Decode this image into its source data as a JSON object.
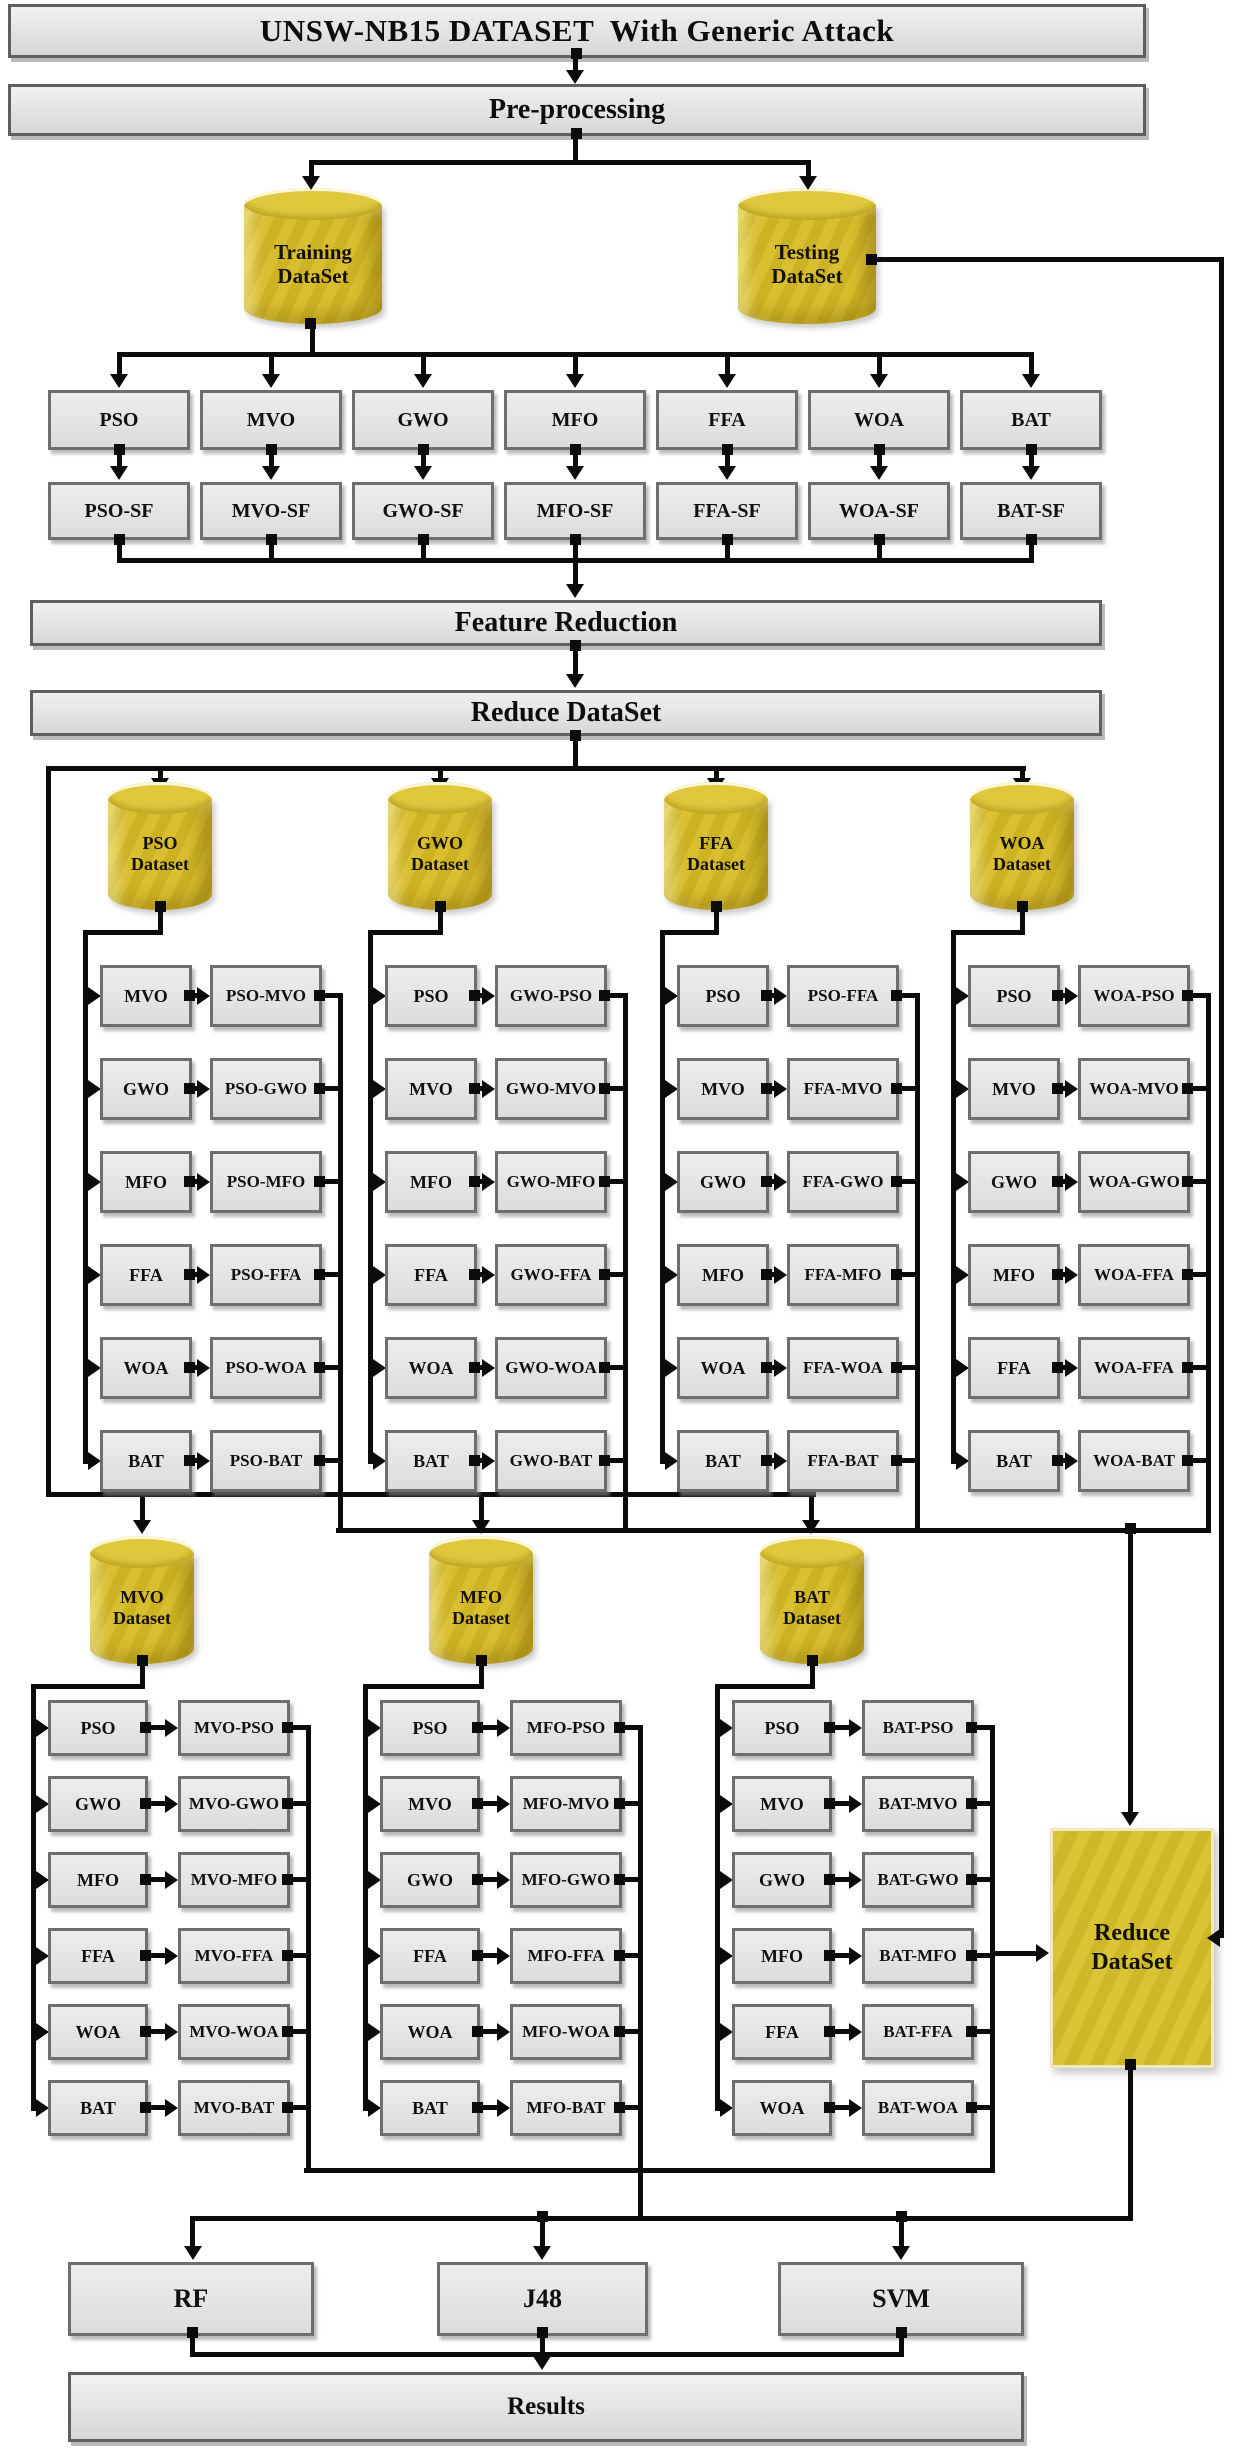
{
  "header": {
    "title": "UNSW-NB15 DATASET  With Generic Attack",
    "preprocessing": "Pre-processing",
    "feature_reduction": "Feature Reduction",
    "reduce_dataset": "Reduce DataSet",
    "results": "Results"
  },
  "top_datasets": {
    "training": [
      "Training",
      "DataSet"
    ],
    "testing": [
      "Testing",
      "DataSet"
    ]
  },
  "algorithms": [
    "PSO",
    "MVO",
    "GWO",
    "MFO",
    "FFA",
    "WOA",
    "BAT"
  ],
  "selected_features": [
    "PSO-SF",
    "MVO-SF",
    "GWO-SF",
    "MFO-SF",
    "FFA-SF",
    "WOA-SF",
    "BAT-SF"
  ],
  "groups": [
    {
      "cylinder": [
        "PSO",
        "Dataset"
      ],
      "rows": [
        {
          "left": "MVO",
          "right": "PSO-MVO"
        },
        {
          "left": "GWO",
          "right": "PSO-GWO"
        },
        {
          "left": "MFO",
          "right": "PSO-MFO"
        },
        {
          "left": "FFA",
          "right": "PSO-FFA"
        },
        {
          "left": "WOA",
          "right": "PSO-WOA"
        },
        {
          "left": "BAT",
          "right": "PSO-BAT"
        }
      ]
    },
    {
      "cylinder": [
        "GWO",
        "Dataset"
      ],
      "rows": [
        {
          "left": "PSO",
          "right": "GWO-PSO"
        },
        {
          "left": "MVO",
          "right": "GWO-MVO"
        },
        {
          "left": "MFO",
          "right": "GWO-MFO"
        },
        {
          "left": "FFA",
          "right": "GWO-FFA"
        },
        {
          "left": "WOA",
          "right": "GWO-WOA"
        },
        {
          "left": "BAT",
          "right": "GWO-BAT"
        }
      ]
    },
    {
      "cylinder": [
        "FFA",
        "Dataset"
      ],
      "rows": [
        {
          "left": "PSO",
          "right": "PSO-FFA"
        },
        {
          "left": "MVO",
          "right": "FFA-MVO"
        },
        {
          "left": "GWO",
          "right": "FFA-GWO"
        },
        {
          "left": "MFO",
          "right": "FFA-MFO"
        },
        {
          "left": "WOA",
          "right": "FFA-WOA"
        },
        {
          "left": "BAT",
          "right": "FFA-BAT"
        }
      ]
    },
    {
      "cylinder": [
        "WOA",
        "Dataset"
      ],
      "rows": [
        {
          "left": "PSO",
          "right": "WOA-PSO"
        },
        {
          "left": "MVO",
          "right": "WOA-MVO"
        },
        {
          "left": "GWO",
          "right": "WOA-GWO"
        },
        {
          "left": "MFO",
          "right": "WOA-FFA"
        },
        {
          "left": "FFA",
          "right": "WOA-FFA"
        },
        {
          "left": "BAT",
          "right": "WOA-BAT"
        }
      ]
    },
    {
      "cylinder": [
        "MVO",
        "Dataset"
      ],
      "rows": [
        {
          "left": "PSO",
          "right": "MVO-PSO"
        },
        {
          "left": "GWO",
          "right": "MVO-GWO"
        },
        {
          "left": "MFO",
          "right": "MVO-MFO"
        },
        {
          "left": "FFA",
          "right": "MVO-FFA"
        },
        {
          "left": "WOA",
          "right": "MVO-WOA"
        },
        {
          "left": "BAT",
          "right": "MVO-BAT"
        }
      ]
    },
    {
      "cylinder": [
        "MFO",
        "Dataset"
      ],
      "rows": [
        {
          "left": "PSO",
          "right": "MFO-PSO"
        },
        {
          "left": "MVO",
          "right": "MFO-MVO"
        },
        {
          "left": "GWO",
          "right": "MFO-GWO"
        },
        {
          "left": "FFA",
          "right": "MFO-FFA"
        },
        {
          "left": "WOA",
          "right": "MFO-WOA"
        },
        {
          "left": "BAT",
          "right": "MFO-BAT"
        }
      ]
    },
    {
      "cylinder": [
        "BAT",
        "Dataset"
      ],
      "rows": [
        {
          "left": "PSO",
          "right": "BAT-PSO"
        },
        {
          "left": "MVO",
          "right": "BAT-MVO"
        },
        {
          "left": "GWO",
          "right": "BAT-GWO"
        },
        {
          "left": "MFO",
          "right": "BAT-MFO"
        },
        {
          "left": "FFA",
          "right": "BAT-FFA"
        },
        {
          "left": "WOA",
          "right": "BAT-WOA"
        }
      ]
    }
  ],
  "reduce_box": [
    "Reduce",
    "DataSet"
  ],
  "classifiers": [
    "RF",
    "J48",
    "SVM"
  ],
  "colors": {
    "cylinder_gold": "#d4b929",
    "box_gray": "#e3e3e3",
    "line_black": "#0b0b0b",
    "reduce_gold": "#d6c22e"
  }
}
